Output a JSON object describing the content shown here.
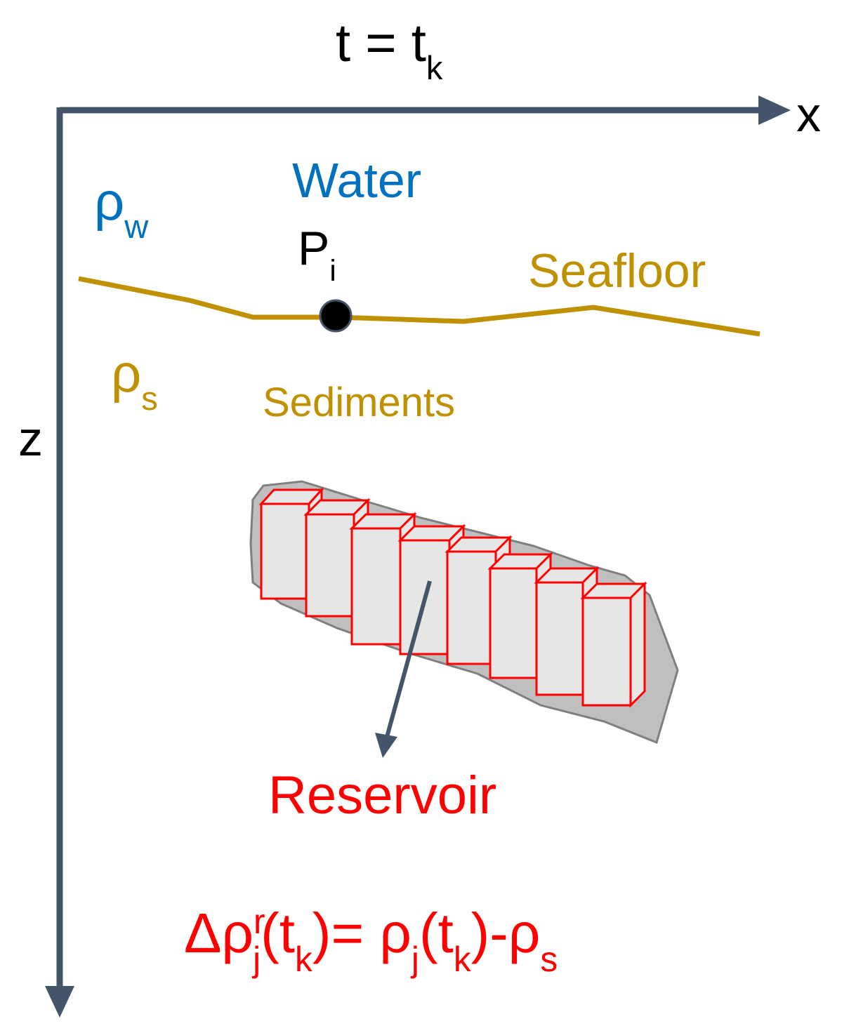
{
  "title": {
    "base": "t = t",
    "sub": "k"
  },
  "axes": {
    "x_label": "x",
    "z_label": "z"
  },
  "water": {
    "label": "Water",
    "rho": "ρ",
    "rho_sub": "w"
  },
  "point": {
    "label": "P",
    "sub": "i"
  },
  "seafloor": {
    "label": "Seafloor"
  },
  "sediments": {
    "label": "Sediments",
    "rho": "ρ",
    "rho_sub": "s"
  },
  "reservoir": {
    "label": "Reservoir",
    "block_count": 8
  },
  "equation": {
    "delta_rho": "Δρ",
    "sup_r": "r",
    "sub_j": "j",
    "open1": "(t",
    "sub_k1": "k",
    "mid": ")= ρ",
    "sub_j2": "j",
    "open2": "(t",
    "sub_k2": "k",
    "tail": ")-ρ",
    "sub_s": "s"
  },
  "colors": {
    "axis": "#44546a",
    "water": "#0070c0",
    "seafloor": "#bf9000",
    "reservoir": "#ff0000",
    "reservoir_fill": "#bfbfbf",
    "block_fill": "#e6e6e6",
    "text": "#000000"
  }
}
